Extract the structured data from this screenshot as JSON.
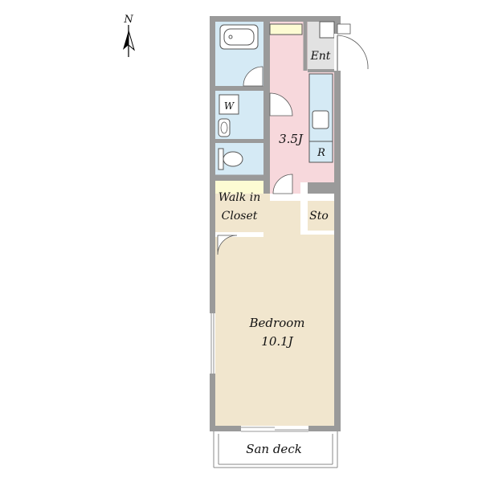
{
  "compass": {
    "label": "N"
  },
  "rooms": {
    "bedroom": {
      "name": "Bedroom",
      "size": "10.1J"
    },
    "kitchen": {
      "size": "3.5J"
    },
    "walk_in_closet": {
      "line1": "Walk in",
      "line2": "Closet"
    },
    "storage": {
      "label": "Sto"
    },
    "washer": {
      "label": "W"
    },
    "refrigerator": {
      "label": "R"
    },
    "entrance": {
      "label": "Ent"
    },
    "san_deck": {
      "label": "San deck"
    }
  },
  "colors": {
    "wall": "#9a9a9a",
    "bath": "#d5eaf5",
    "kitchen": "#f7d8dc",
    "closet": "#fdfbd3",
    "bedroom": "#f1e6ce",
    "entrance": "#e2e2e2"
  }
}
